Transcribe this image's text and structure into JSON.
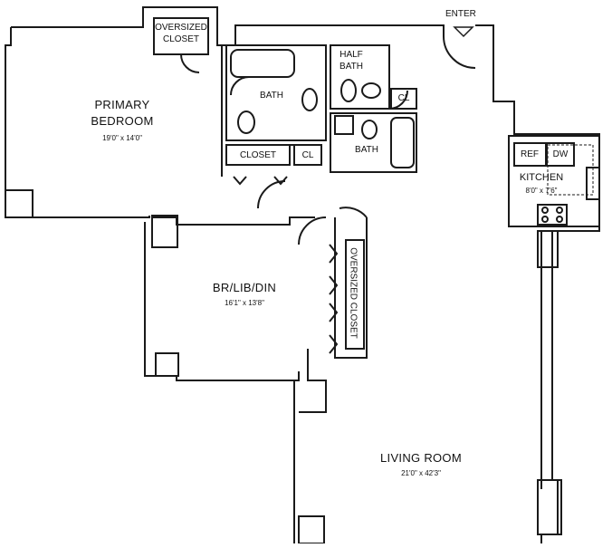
{
  "plan": {
    "entry_label": "ENTER",
    "rooms": {
      "primary_bedroom": {
        "name_line1": "PRIMARY",
        "name_line2": "BEDROOM",
        "dims": "19'0\" x 14'0\""
      },
      "br_lib_din": {
        "name": "BR/LIB/DIN",
        "dims": "16'1\" x 13'8\""
      },
      "living_room": {
        "name": "LIVING ROOM",
        "dims": "21'0\" x 42'3\""
      },
      "kitchen": {
        "name": "KITCHEN",
        "dims": "8'0\" x 7'6\""
      },
      "bath_primary": {
        "name": "BATH"
      },
      "bath_second": {
        "name": "BATH"
      },
      "half_bath": {
        "name_line1": "HALF",
        "name_line2": "BATH"
      }
    },
    "closets": {
      "oversized_top_line1": "OVERSIZED",
      "oversized_top_line2": "CLOSET",
      "closet_hall": "CLOSET",
      "cl_hall": "CL",
      "cl_half_bath": "CL",
      "oversized_side": "OVERSIZED CLOSET"
    },
    "appliances": {
      "ref": "REF",
      "dw": "DW"
    }
  }
}
